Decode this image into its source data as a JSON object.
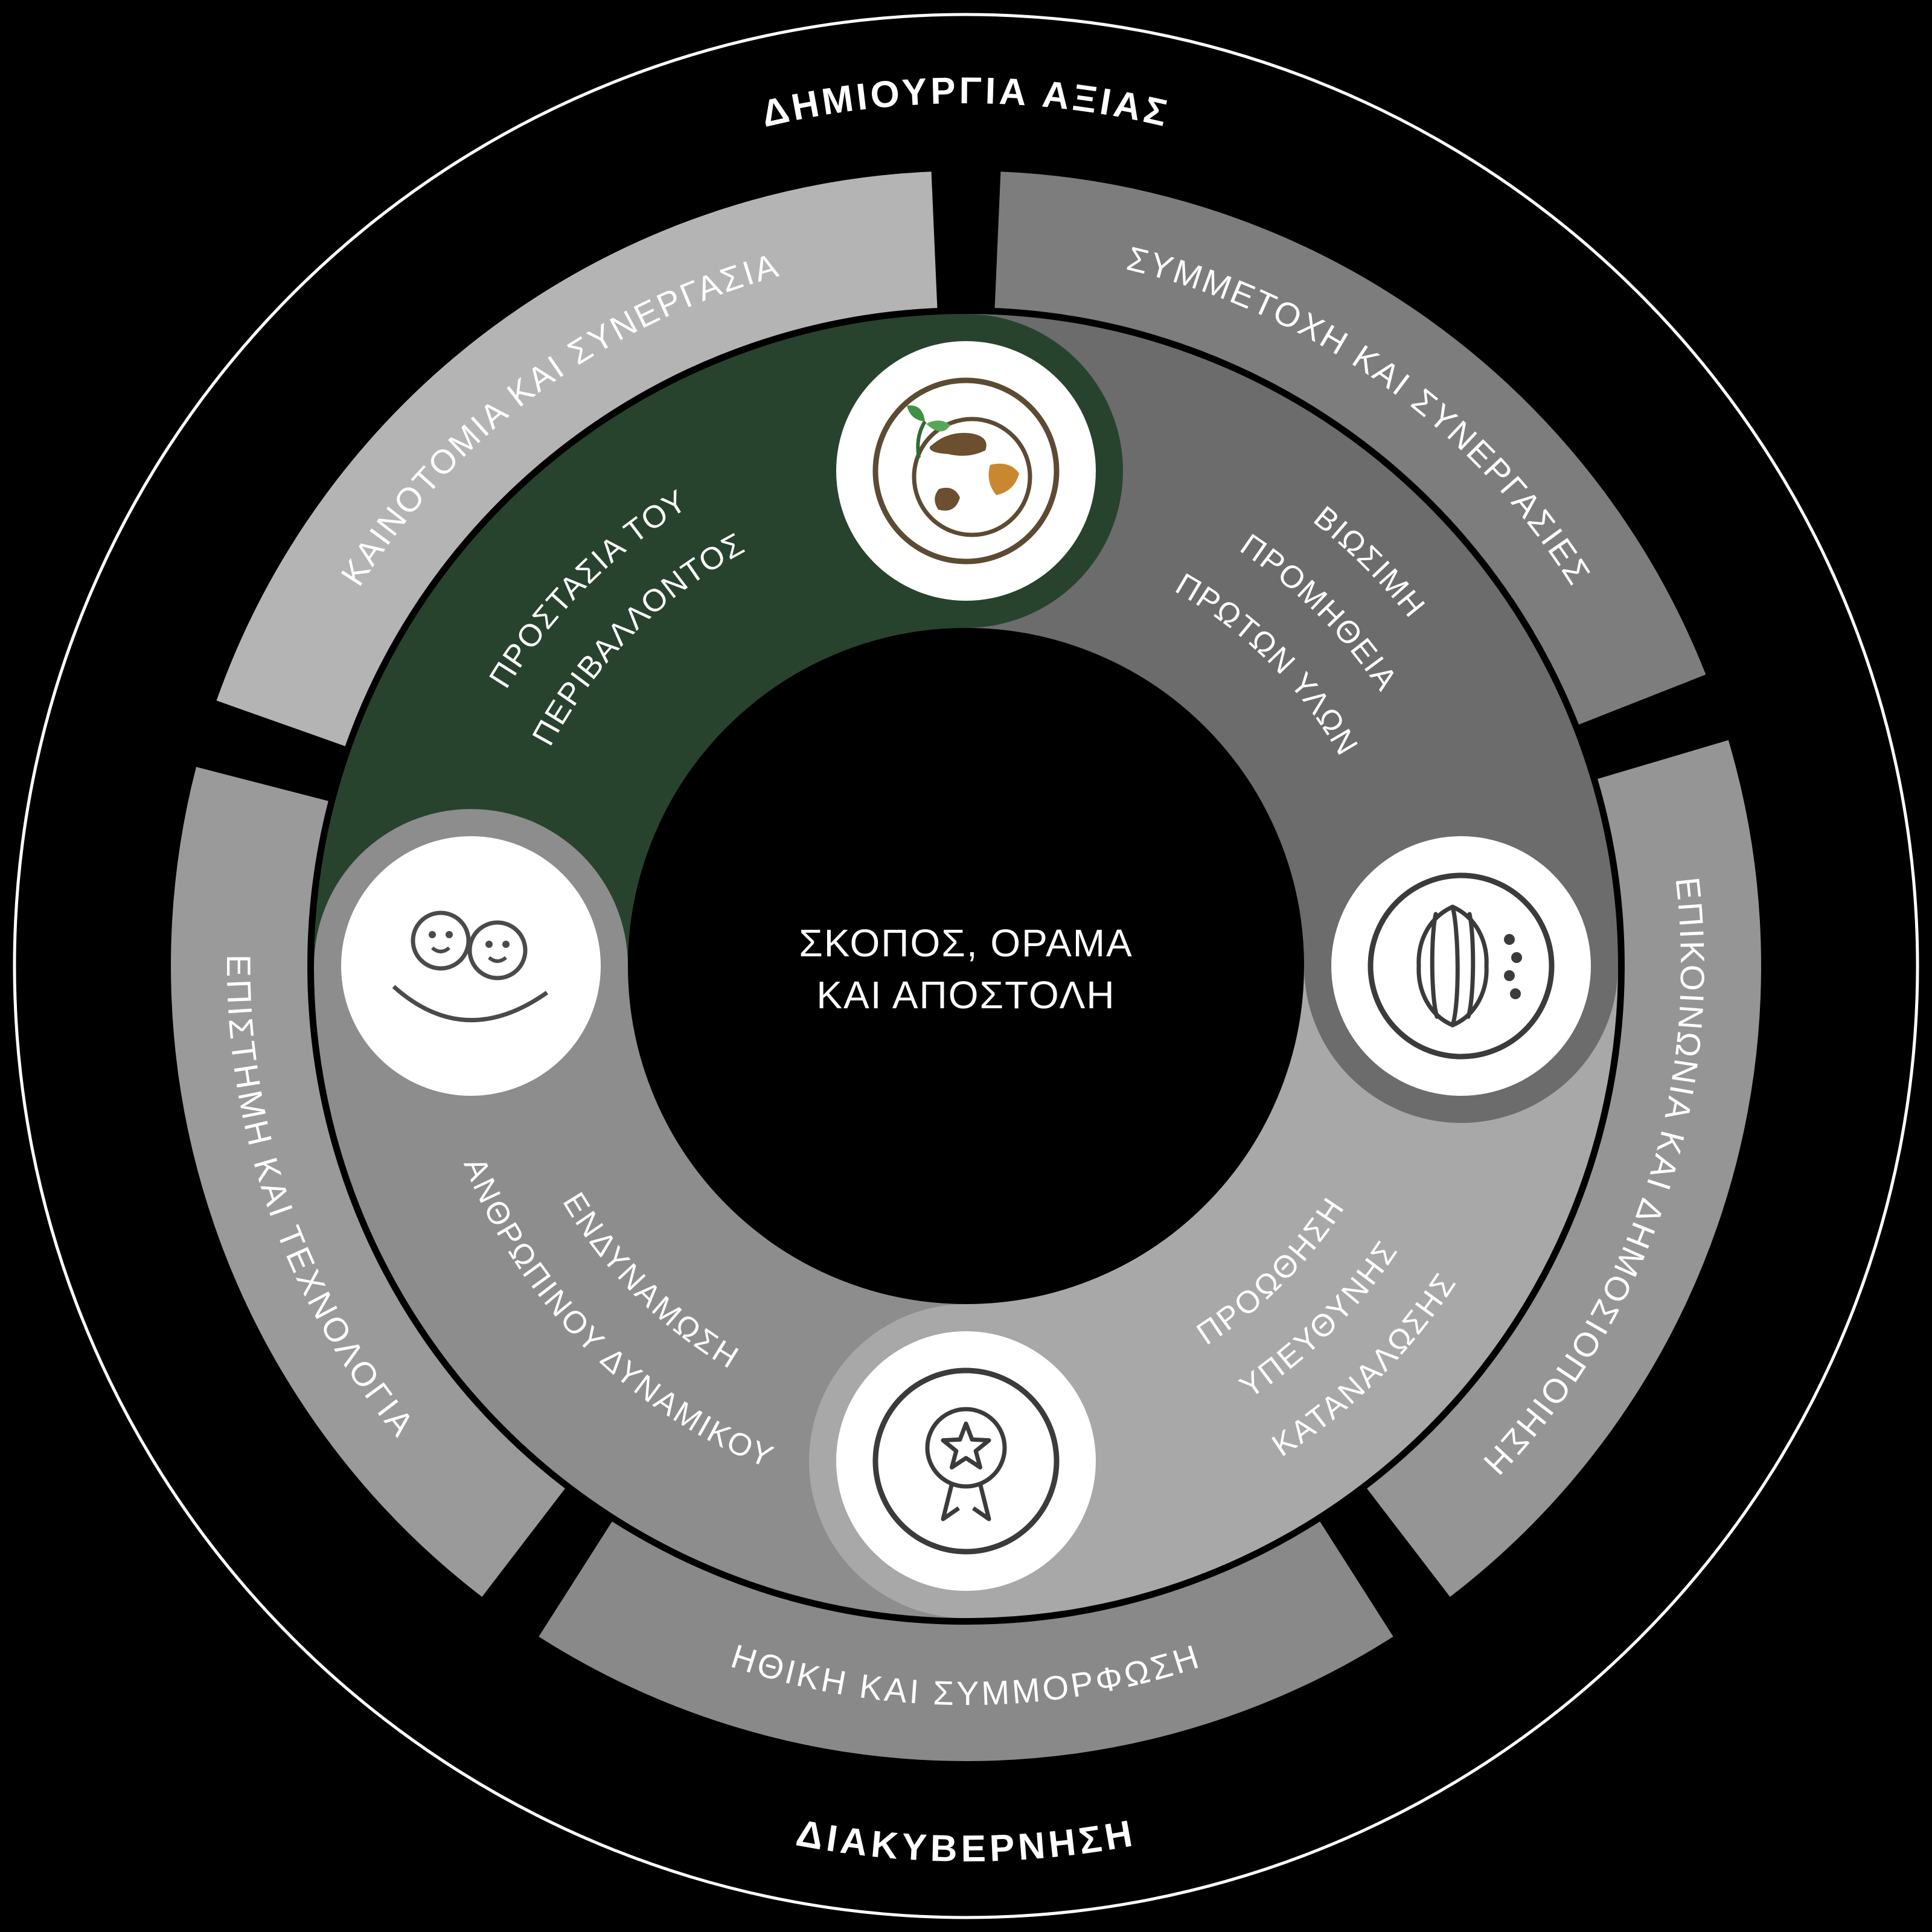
{
  "colors": {
    "background": "#000000",
    "text": "#ffffff",
    "outer_circle_stroke": "#ffffff"
  },
  "outer_ring": {
    "top_label": "ΔΗΜΙΟΥΡΓΙΑ ΑΞΙΑΣ",
    "bottom_label": "ΔΙΑΚΥΒΕΡΝΗΣΗ"
  },
  "middle_ring": {
    "segments": [
      {
        "id": "symmetoxi",
        "label": "ΣΥΜΜΕΤΟΧΗ ΚΑΙ ΣΥΝΕΡΓΑΣΙΕΣ",
        "color": "#7d7d7d"
      },
      {
        "id": "epikoinonia",
        "label": "ΕΠΙΚΟΙΝΩΝΙΑ ΚΑΙ ΔΗΜΟΣΙΟΠΟΙΗΣΗ",
        "color": "#959595"
      },
      {
        "id": "ithiki",
        "label": "ΗΘΙΚΗ ΚΑΙ ΣΥΜΜΟΡΦΩΣΗ",
        "color": "#898989"
      },
      {
        "id": "epistimi",
        "label": "ΕΠΙΣΤΗΜΗ ΚΑΙ ΤΕΧΝΟΛΟΓΙΑ",
        "color": "#9a9a9a"
      },
      {
        "id": "kainotomia",
        "label": "ΚΑΙΝΟΤΟΜΙΑ ΚΑΙ ΣΥΝΕΡΓΑΣΙΑ",
        "color": "#b4b4b4"
      }
    ]
  },
  "inner_ring": {
    "segments": [
      {
        "id": "perivallon",
        "lines": [
          "ΠΡΟΣΤΑΣΙΑ ΤΟΥ",
          "ΠΕΡΙΒΑΛΛΟΝΤΟΣ"
        ],
        "color": "#28432d",
        "icon": "globe-leaf-icon"
      },
      {
        "id": "viosimi",
        "lines": [
          "ΒΙΩΣΙΜΗ",
          "ΠΡΟΜΗΘΕΙΑ",
          "ΠΡΩΤΩΝ ΥΛΩΝ"
        ],
        "color": "#6c6c6c",
        "icon": "cocoa-pod-icon"
      },
      {
        "id": "proothisi",
        "lines": [
          "ΠΡΟΩΘΗΣΗ",
          "ΥΠΕΥΘΥΝΗΣ",
          "ΚΑΤΑΝΑΛΩΣΗΣ"
        ],
        "color": "#a8a8a8",
        "icon": "award-medal-icon"
      },
      {
        "id": "endynamosi",
        "lines": [
          "ΕΝΔΥΝΑΜΩΣΗ",
          "ΑΝΘΡΩΠΙΝΟΥ ΔΥΝΑΜΙΚΟΥ"
        ],
        "color": "#8d8d8d",
        "icon": "people-icon"
      }
    ]
  },
  "center": {
    "lines": [
      "ΣΚΟΠΟΣ, ΟΡΑΜΑ",
      "ΚΑΙ ΑΠΟΣΤΟΛΗ"
    ]
  }
}
